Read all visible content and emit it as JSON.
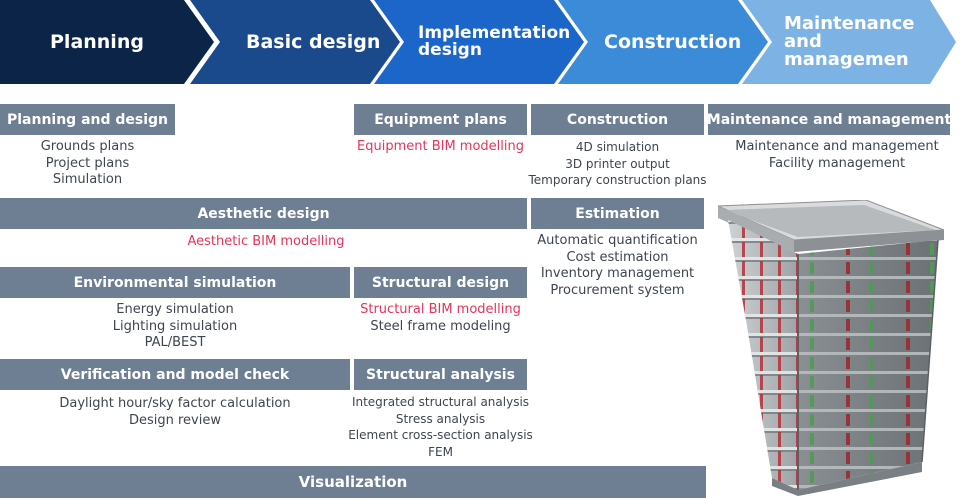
{
  "stages": [
    {
      "label": "Planning",
      "color": "#0b2447"
    },
    {
      "label": "Basic design",
      "color": "#1b4a8c"
    },
    {
      "label": "Implementation design",
      "color": "#1d66c9"
    },
    {
      "label": "Construction",
      "color": "#3b8bd9"
    },
    {
      "label": "Maintenance and managemen",
      "color": "#7db2e4"
    }
  ],
  "sections": {
    "planning_design": {
      "title": "Planning and design",
      "items": [
        "Grounds plans",
        "Project plans",
        "Simulation"
      ]
    },
    "equipment_plans": {
      "title": "Equipment plans",
      "items": [
        "Equipment BIM modelling"
      ]
    },
    "construction": {
      "title": "Construction",
      "items": [
        "4D simulation",
        "3D printer output",
        "Temporary construction plans"
      ]
    },
    "maintenance": {
      "title": "Maintenance and management",
      "items": [
        "Maintenance and management",
        "Facility management"
      ]
    },
    "aesthetic": {
      "title": "Aesthetic design",
      "items": [
        "Aesthetic BIM modelling"
      ]
    },
    "estimation": {
      "title": "Estimation",
      "items": [
        "Automatic quantification",
        "Cost estimation",
        "Inventory management",
        "Procurement system"
      ]
    },
    "environmental": {
      "title": "Environmental simulation",
      "items": [
        "Energy simulation",
        "Lighting simulation",
        "PAL/BEST"
      ]
    },
    "structural_design": {
      "title": "Structural design",
      "items": [
        "Structural BIM modelling",
        "Steel frame modeling"
      ]
    },
    "verification": {
      "title": "Verification and model check",
      "items": [
        "Daylight hour/sky factor calculation",
        "Design review"
      ]
    },
    "structural_analysis": {
      "title": "Structural analysis",
      "items": [
        "Integrated structural analysis",
        "Stress analysis",
        "Element cross-section analysis",
        "FEM"
      ]
    },
    "visualization": {
      "title": "Visualization"
    }
  },
  "colors": {
    "header_bg": "#6e7f94",
    "highlight_text": "#e8335a",
    "body_text": "#3d4552"
  }
}
